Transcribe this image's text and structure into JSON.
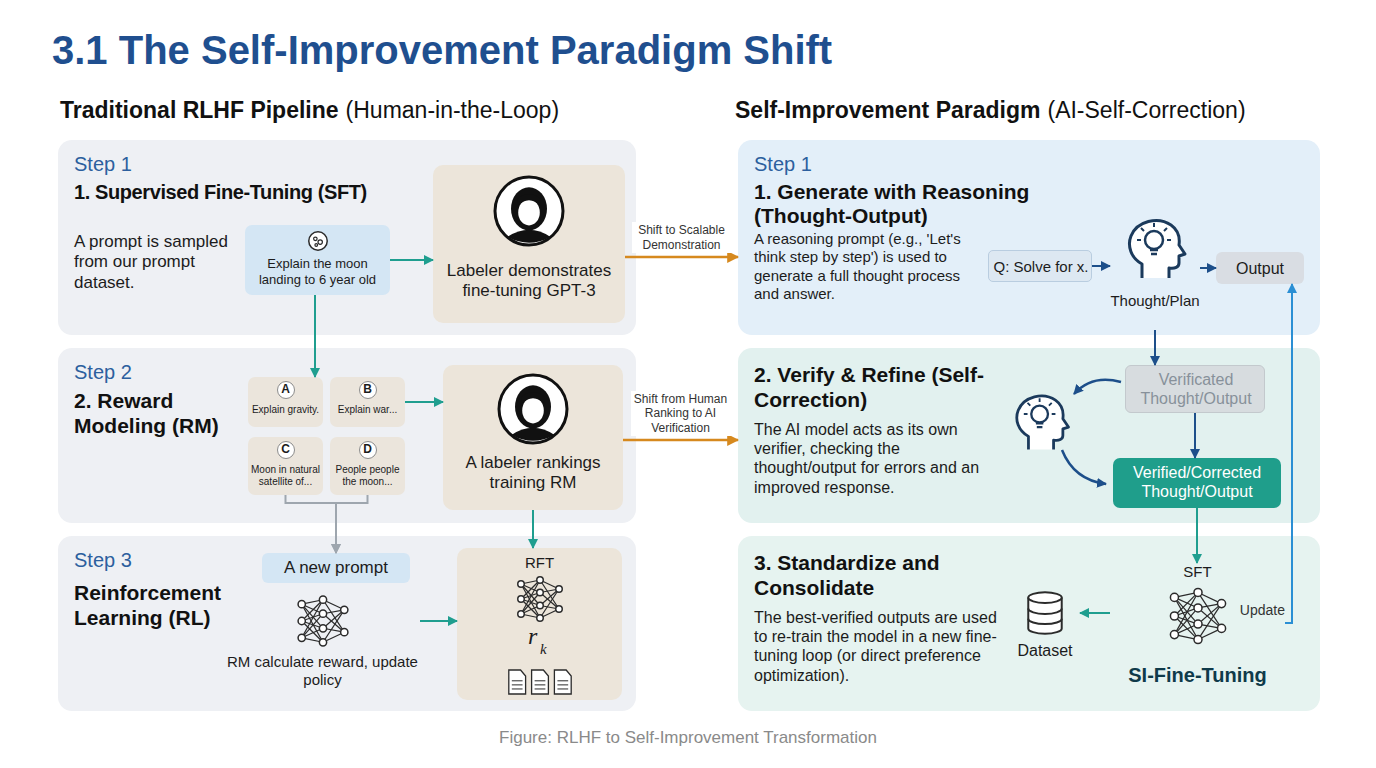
{
  "diagram": {
    "title": "3.1 The Self-Improvement Paradigm Shift",
    "caption": "Figure: RLHF to Self-Improvement Transformation",
    "nodes": [
      {
        "text": [
          "Step 1",
          "1. Supervised Fine-Tuning (SFT)",
          "A prompt is sampled from our prompt dataset."
        ]
      },
      {
        "text": [
          "Explain the moon landing to 6 year old"
        ],
        "in": 0
      },
      {
        "text": [
          "Labeler demonstrates fine-tuning GPT-3"
        ],
        "in": 0
      },
      {
        "text": [
          "Step 2",
          "2. Reward Modeling (RM)"
        ]
      },
      {
        "text": [
          "A",
          "Explain gravity."
        ],
        "in": 3
      },
      {
        "text": [
          "B",
          "Explain war..."
        ],
        "in": 3
      },
      {
        "text": [
          "C",
          "Moon in natural satellite of..."
        ],
        "in": 3
      },
      {
        "text": [
          "D",
          "People people the moon..."
        ],
        "in": 3
      },
      {
        "text": [
          "A labeler rankings training RM"
        ],
        "in": 3
      },
      {
        "text": [
          "Step 3",
          "Reinforcement Learning (RL)"
        ]
      },
      {
        "text": [
          "A new prompt"
        ],
        "in": 9
      },
      {
        "text": [
          "RM calculate reward, update policy"
        ],
        "in": 9
      },
      {
        "text": [
          "RFT",
          "r",
          "k"
        ],
        "in": 9
      },
      {
        "text": [
          "Step 1",
          "1. Generate with Reasoning (Thought-Output)",
          "A reasoning prompt (e.g., 'Let's think step by step') is used to generate a full thought process and answer."
        ]
      },
      {
        "text": [
          "Q: Solve for x."
        ],
        "in": 13
      },
      {
        "text": [
          "Thought/Plan"
        ],
        "in": 13
      },
      {
        "text": [
          "Output"
        ],
        "in": 13
      },
      {
        "text": [
          "2. Verify & Refine (Self-Correction)",
          "The AI model acts as its own verifier, checking the thought/output for errors and an improved response."
        ]
      },
      {
        "text": [
          "Verificated Thought/Output"
        ],
        "in": 17
      },
      {
        "text": [
          "Verified/Corrected Thought/Output"
        ],
        "in": 17
      },
      {
        "text": [
          "3. Standardize and Consolidate",
          "The best-verified outputs are used to re-train the model in a new fine-tuning loop (or direct preference optimization)."
        ]
      },
      {
        "text": [
          "SFT",
          "SI-Fine-Tuning"
        ],
        "in": 20
      },
      {
        "text": [
          "Dataset"
        ],
        "in": 20
      }
    ],
    "edges": [
      {
        "from": 1,
        "to": 2,
        "arrow": "to"
      },
      {
        "from": 1,
        "to": 4,
        "arrow": "to"
      },
      {
        "from": 2,
        "to": 13,
        "label": "Shift to Scalable Demonstration",
        "arrow": "to"
      },
      {
        "from": 8,
        "to": 17,
        "label": "Shift from Human Ranking to AI Verification",
        "arrow": "to"
      },
      {
        "from": 6,
        "to": 10,
        "arrow": "to"
      },
      {
        "from": 7,
        "to": 10,
        "arrow": "to"
      },
      {
        "from": 5,
        "to": 8,
        "arrow": "to"
      },
      {
        "from": 8,
        "to": 12,
        "arrow": "to"
      },
      {
        "from": 11,
        "to": 12,
        "arrow": "to"
      },
      {
        "from": 14,
        "to": 15,
        "arrow": "to"
      },
      {
        "from": 15,
        "to": 16,
        "arrow": "to"
      },
      {
        "from": 15,
        "to": 18,
        "arrow": "to"
      },
      {
        "from": 18,
        "to": 19,
        "arrow": "to"
      },
      {
        "from": 19,
        "to": 21,
        "arrow": "to"
      },
      {
        "from": 21,
        "to": 22,
        "arrow": "to"
      },
      {
        "from": 21,
        "to": 16,
        "label": "Update",
        "arrow": "to"
      }
    ],
    "labels": [
      "Traditional RLHF Pipeline",
      "(Human-in-the-Loop)",
      "Self-Improvement Paradigm",
      "(AI-Self-Correction)"
    ]
  }
}
